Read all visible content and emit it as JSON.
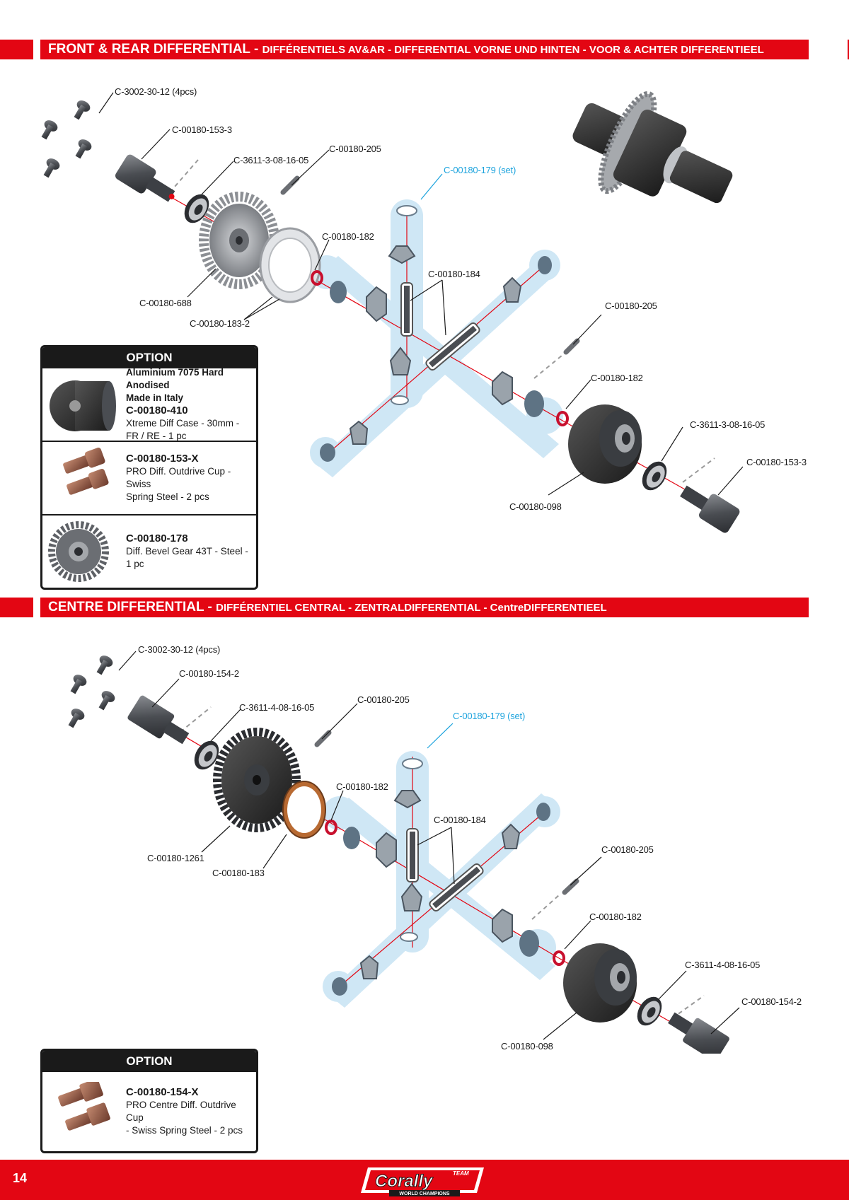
{
  "sections": {
    "front_rear": {
      "title": "FRONT & REAR DIFFERENTIAL - ",
      "subtitle": "DIFFÉRENTIELS AV&AR - DIFFERENTIAL VORNE UND HINTEN - VOOR & ACHTER DIFFERENTIEEL"
    },
    "centre": {
      "title": "CENTRE DIFFERENTIAL - ",
      "subtitle": "DIFFÉRENTIEL CENTRAL - ZENTRALDIFFERENTIAL - CentreDIFFERENTIEEL"
    }
  },
  "front_labels": {
    "screws": "C-3002-30-12 (4pcs)",
    "outdrive_top": "C-00180-153-3",
    "bearing_top": "C-3611-3-08-16-05",
    "pin_top": "C-00180-205",
    "gear_set": "C-00180-179 (set)",
    "oring_top": "C-00180-182",
    "ring_gear": "C-00180-688",
    "cover": "C-00180-183-2",
    "shafts": "C-00180-184",
    "pin_right": "C-00180-205",
    "oring_right": "C-00180-182",
    "bearing_right": "C-3611-3-08-16-05",
    "outdrive_right": "C-00180-153-3",
    "case": "C-00180-098"
  },
  "centre_labels": {
    "screws": "C-3002-30-12 (4pcs)",
    "outdrive_top": "C-00180-154-2",
    "bearing_top": "C-3611-4-08-16-05",
    "pin_top": "C-00180-205",
    "gear_set": "C-00180-179 (set)",
    "oring_top": "C-00180-182",
    "spur": "C-00180-1261",
    "gasket": "C-00180-183",
    "shafts": "C-00180-184",
    "pin_right": "C-00180-205",
    "oring_right": "C-00180-182",
    "bearing_right": "C-3611-4-08-16-05",
    "outdrive_right": "C-00180-154-2",
    "case": "C-00180-098"
  },
  "option1": {
    "heading": "OPTION",
    "items": [
      {
        "tagline1": "Aluminium 7075 Hard Anodised",
        "tagline2": "Made in Italy",
        "code": "C-00180-410",
        "desc1": "Xtreme Diff Case - 30mm -",
        "desc2": "FR / RE - 1 pc"
      },
      {
        "code": "C-00180-153-X",
        "desc1": "PRO Diff. Outdrive Cup - Swiss",
        "desc2": "Spring Steel - 2 pcs"
      },
      {
        "code": "C-00180-178",
        "desc1": "Diff. Bevel Gear 43T - Steel - 1 pc"
      }
    ]
  },
  "option2": {
    "heading": "OPTION",
    "items": [
      {
        "code": "C-00180-154-X",
        "desc1": "PRO Centre Diff. Outdrive Cup",
        "desc2": "- Swiss Spring Steel - 2 pcs"
      }
    ]
  },
  "footer": {
    "page_number": "14",
    "logo_top": "TEAM",
    "logo_main": "Corally",
    "logo_bottom": "WORLD CHAMPIONS"
  },
  "colors": {
    "brand_red": "#e30613",
    "label_blue": "#1ca3dd",
    "highlight_blue": "#cfe7f5",
    "oring_red": "#c8102e",
    "gasket_orange": "#b86a32"
  }
}
